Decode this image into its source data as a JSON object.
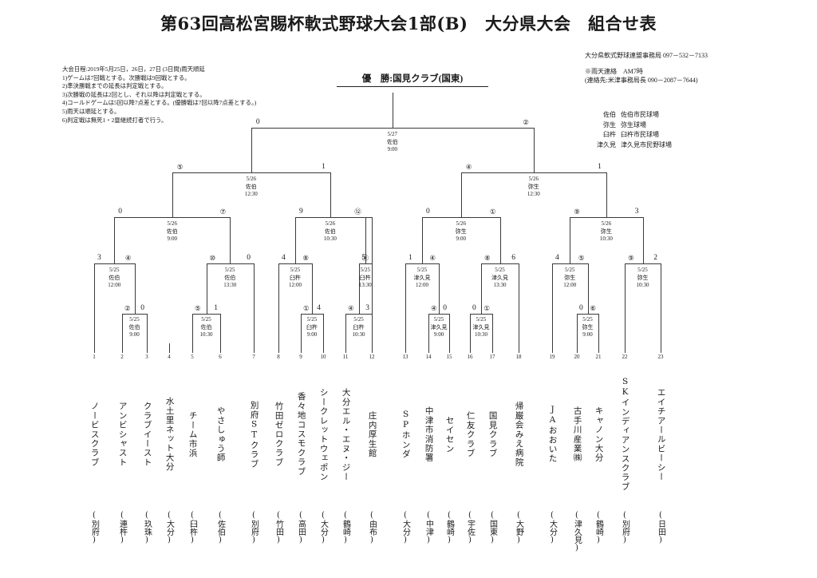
{
  "header": {
    "title": "第63回高松宮賜杯軟式野球大会1部(B)　大分県大会　組合せ表",
    "org_line": "大分県軟式野球連盟事務局  097－532－7133",
    "weather_line": "※雨天連絡　AM7時",
    "weather_contact": "(連絡先:米津事務局長  090－2087－7644)"
  },
  "notes": [
    "大会日程:2019年5月25日，26日，27日 (3日間)雨天順延",
    "1)ゲームは7回戦とする。次勝戦は9回戦とする。",
    "2)準決勝戦までの延長は判定戦とする。",
    "3)次勝戦の延長は2回とし、それ以降は判定戦とする。",
    "4)コールドゲームは5回以降7点差とする。(優勝戦は7回以降7点差とする。)",
    "5)雨天は順延とする。",
    "6)判定戦は無死1・2塁継続打者で行う。"
  ],
  "champion": {
    "label": "優　勝:",
    "team": "国見クラブ(国東)"
  },
  "venues": [
    {
      "code": "佐伯",
      "name": "佐伯市民球場"
    },
    {
      "code": "弥生",
      "name": "弥生球場"
    },
    {
      "code": "臼杵",
      "name": "臼杵市民球場"
    },
    {
      "code": "津久見",
      "name": "津久見市民野球場"
    }
  ],
  "chart_data": {
    "type": "table",
    "title": "第63回高松宮賜杯軟式野球大会1部(B) 大分県大会 組合せ表",
    "teams": [
      {
        "no": "1",
        "name": "ノービスクラブ",
        "region": "(別府)"
      },
      {
        "no": "2",
        "name": "アンビシャスト",
        "region": "(連杵)"
      },
      {
        "no": "3",
        "name": "クラブイースト",
        "region": "(玖珠)"
      },
      {
        "no": "4",
        "name": "水土里ネット大分",
        "region": "(大分)"
      },
      {
        "no": "5",
        "name": "チーム市浜",
        "region": "(臼杵)"
      },
      {
        "no": "6",
        "name": "やさしゅう師",
        "region": "(佐伯)"
      },
      {
        "no": "7",
        "name": "別府STクラブ",
        "region": "(別府)"
      },
      {
        "no": "8",
        "name": "竹田ゼロクラブ",
        "region": "(竹田)"
      },
      {
        "no": "9",
        "name": "香々地コスモクラブ",
        "region": "(高田)"
      },
      {
        "no": "10",
        "name": "シークレットウェポン",
        "region": "(大分)"
      },
      {
        "no": "11",
        "name": "大分エル・エヌ・ジー",
        "region": "(鶴崎)"
      },
      {
        "no": "12",
        "name": "庄内厚生館",
        "region": "(由布)"
      },
      {
        "no": "13",
        "name": "SPホンダ",
        "region": "(大分)"
      },
      {
        "no": "14",
        "name": "中津市消防署",
        "region": "(中津)"
      },
      {
        "no": "15",
        "name": "セイセン",
        "region": "(鶴崎)"
      },
      {
        "no": "16",
        "name": "仁友クラブ",
        "region": "(宇佐)"
      },
      {
        "no": "17",
        "name": "国見クラブ",
        "region": "(国東)"
      },
      {
        "no": "18",
        "name": "帰巌会みえ病院",
        "region": "(大野)"
      },
      {
        "no": "19",
        "name": "JAおおいた",
        "region": "(大分)"
      },
      {
        "no": "20",
        "name": "古手川産業㈱",
        "region": "(津久見)"
      },
      {
        "no": "21",
        "name": "キャノン大分",
        "region": "(鶴崎)"
      },
      {
        "no": "22",
        "name": "SKインディアンスクラブ",
        "region": "(別府)"
      },
      {
        "no": "23",
        "name": "エイチアールビーシー",
        "region": "(日田)"
      }
    ],
    "games": [
      {
        "id": "r1-g1",
        "date": "5/25",
        "venue": "佐伯",
        "time": "9:00",
        "left": "②",
        "right": "0"
      },
      {
        "id": "r1-g2",
        "date": "5/25",
        "venue": "佐伯",
        "time": "10:30",
        "left": "⑤",
        "right": "1"
      },
      {
        "id": "r1-g3",
        "date": "5/25",
        "venue": "臼杵",
        "time": "9:00",
        "left": "①",
        "right": "4"
      },
      {
        "id": "r1-g4",
        "date": "5/25",
        "venue": "臼杵",
        "time": "10:30",
        "left": "④",
        "right": "3"
      },
      {
        "id": "r1-g5",
        "date": "5/25",
        "venue": "津久見",
        "time": "9:00",
        "left": "④",
        "right": "0"
      },
      {
        "id": "r1-g6",
        "date": "5/25",
        "venue": "津久見",
        "time": "10:30",
        "left": "0",
        "right": "①"
      },
      {
        "id": "r1-g7",
        "date": "5/25",
        "venue": "弥生",
        "time": "9:00",
        "left": "0",
        "right": "⑥"
      },
      {
        "id": "r2-g1",
        "date": "5/25",
        "venue": "佐伯",
        "time": "12:00",
        "left": "3",
        "right": "④"
      },
      {
        "id": "r2-g2",
        "date": "5/25",
        "venue": "佐伯",
        "time": "13:30",
        "left": "⑩",
        "right": "0"
      },
      {
        "id": "r2-g3",
        "date": "5/25",
        "venue": "臼杵",
        "time": "12:00",
        "left": "4",
        "right": "⑧"
      },
      {
        "id": "r2-g4",
        "date": "5/25",
        "venue": "臼杵",
        "time": "13:30",
        "left": "5",
        "right": "⑪"
      },
      {
        "id": "r2-g5",
        "date": "5/25",
        "venue": "津久見",
        "time": "12:00",
        "left": "1",
        "right": "④"
      },
      {
        "id": "r2-g6",
        "date": "5/25",
        "venue": "津久見",
        "time": "13:30",
        "left": "⑧",
        "right": "6"
      },
      {
        "id": "r2-g7",
        "date": "5/25",
        "venue": "弥生",
        "time": "12:00",
        "left": "4",
        "right": "⑤"
      },
      {
        "id": "r2-g8",
        "date": "5/25",
        "venue": "弥生",
        "time": "10:30",
        "left": "⑨",
        "right": "2"
      },
      {
        "id": "qf-g1",
        "date": "5/26",
        "venue": "佐伯",
        "time": "9:00",
        "left": "0",
        "right": "⑦"
      },
      {
        "id": "qf-g2",
        "date": "5/26",
        "venue": "佐伯",
        "time": "10:30",
        "left": "9",
        "right": "⑫"
      },
      {
        "id": "qf-g3",
        "date": "5/26",
        "venue": "弥生",
        "time": "9:00",
        "left": "0",
        "right": "①"
      },
      {
        "id": "qf-g4",
        "date": "5/26",
        "venue": "弥生",
        "time": "10:30",
        "left": "⑨",
        "right": "3"
      },
      {
        "id": "sf-g1",
        "date": "5/26",
        "venue": "佐伯",
        "time": "12:30",
        "left": "⑤",
        "right": "1"
      },
      {
        "id": "sf-g2",
        "date": "5/26",
        "venue": "弥生",
        "time": "12:30",
        "left": "④",
        "right": "1"
      },
      {
        "id": "final",
        "date": "5/27",
        "venue": "佐伯",
        "time": "9:00",
        "left": "0",
        "right": "②"
      }
    ]
  }
}
